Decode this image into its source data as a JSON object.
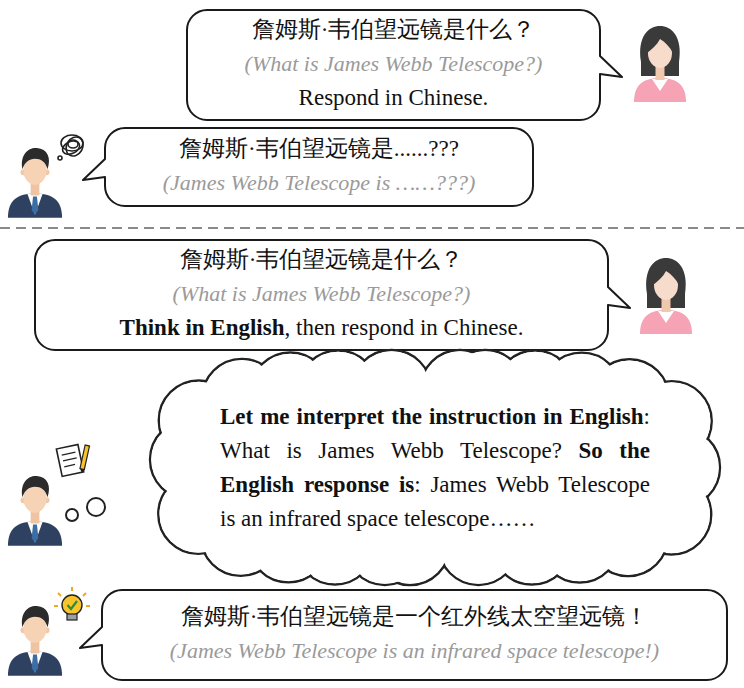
{
  "diagram": {
    "nodes": [
      {
        "text": [
          "詹姆斯·韦伯望远镜是什么？",
          "(What is James Webb Telescope?)",
          "Respond in Chinese."
        ]
      },
      {
        "text": [
          "詹姆斯·韦伯望远镜是......???",
          "(James Webb Telescope is ……???)"
        ]
      },
      {
        "text": [
          "詹姆斯·韦伯望远镜是什么？",
          "(What is James Webb Telescope?)",
          "Think in English",
          ", then respond in Chinese."
        ]
      },
      {
        "text": [
          "Let me interpret the instruction in English",
          ": What is James Webb Telescope? ",
          "So the English response is",
          ": James Webb Telescope is an infrared space telescope……"
        ]
      },
      {
        "text": [
          "詹姆斯·韦伯望远镜是一个红外线太空望远镜！",
          "(James Webb Telescope is an infrared space telescope!)"
        ]
      }
    ]
  }
}
